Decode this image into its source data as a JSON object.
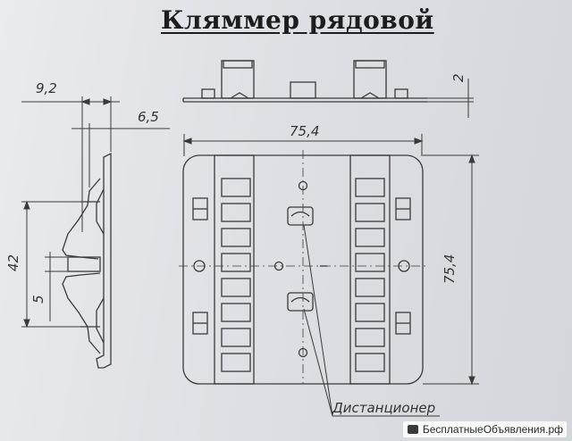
{
  "title": "Кляммер рядовой",
  "dimensions": {
    "top_thickness": "2",
    "width": "75,4",
    "height": "75,4",
    "side_outer": "9,2",
    "side_inner": "6,5",
    "side_length": "42",
    "side_step": "5"
  },
  "callout_label": "Дистанционер",
  "watermark": "БесплатныеОбъявления.рф",
  "colors": {
    "paper": "#e3e5e8",
    "ink": "#333333",
    "title": "#1d1d1f"
  }
}
